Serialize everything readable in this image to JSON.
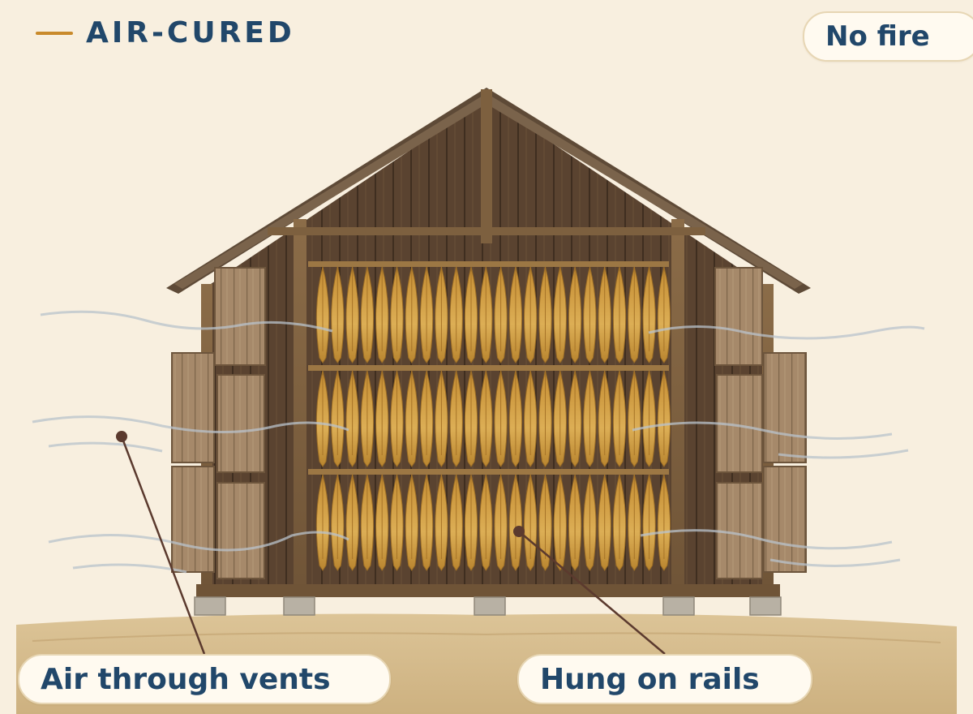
{
  "header": {
    "title": "AIR-CURED"
  },
  "badges": {
    "top_right": "No fire"
  },
  "callouts": {
    "air": "Air through vents",
    "rails": "Hung on rails"
  },
  "colors": {
    "accent_dash": "#c98a2b",
    "text_navy": "#21476a",
    "background": "#f8efdf",
    "wood": "#8a6a45",
    "leaf": "#d7a445"
  }
}
